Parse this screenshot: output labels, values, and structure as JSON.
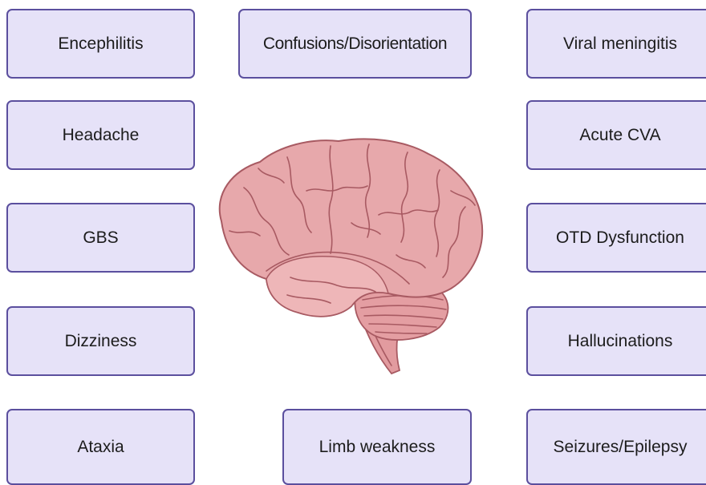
{
  "diagram": {
    "symptoms": [
      "Encephilitis",
      "Confusions/Disorientation",
      "Viral meningitis",
      "Headache",
      "Acute CVA",
      "GBS",
      "OTD Dysfunction",
      "Dizziness",
      "Hallucinations",
      "Ataxia",
      "Limb weakness",
      "Seizures/Epilepsy"
    ],
    "brain_icon": "brain-icon",
    "colors": {
      "box_fill": "#e6e2f8",
      "box_border": "#5b4f9e",
      "brain_fill": "#e7a8ab",
      "brain_stroke": "#a85a62"
    }
  }
}
